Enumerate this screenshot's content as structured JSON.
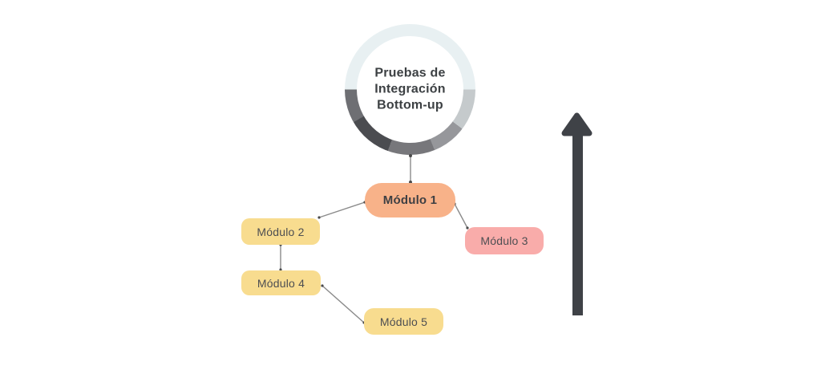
{
  "title": {
    "full": "Pruebas de Integración Bottom-up",
    "lines": [
      "Pruebas de",
      "Integración",
      "Bottom-up"
    ]
  },
  "ring": {
    "segments": [
      {
        "name": "top-half",
        "color": "#E8F0F2"
      },
      {
        "name": "right-light",
        "color": "#C5CACC"
      },
      {
        "name": "lower-right",
        "color": "#96979B"
      },
      {
        "name": "bottom",
        "color": "#77777B"
      },
      {
        "name": "lower-left-dark",
        "color": "#4B4C50"
      },
      {
        "name": "left-medium",
        "color": "#6E6F73"
      }
    ]
  },
  "nodes": [
    {
      "id": "modulo-1",
      "label": "Módulo 1",
      "color": "#F8B289"
    },
    {
      "id": "modulo-2",
      "label": "Módulo 2",
      "color": "#F8DC8F"
    },
    {
      "id": "modulo-3",
      "label": "Módulo 3",
      "color": "#F9ACAA"
    },
    {
      "id": "modulo-4",
      "label": "Módulo 4",
      "color": "#F8DC8F"
    },
    {
      "id": "modulo-5",
      "label": "Módulo 5",
      "color": "#F8DC8F"
    }
  ],
  "connectors": [
    {
      "from": "ring",
      "to": "modulo-1"
    },
    {
      "from": "modulo-1",
      "to": "modulo-2"
    },
    {
      "from": "modulo-1",
      "to": "modulo-3"
    },
    {
      "from": "modulo-2",
      "to": "modulo-4"
    },
    {
      "from": "modulo-4",
      "to": "modulo-5"
    }
  ],
  "connector_style": {
    "line_color": "#8A8A8A",
    "dot_color": "#4A4A4A"
  },
  "arrow": {
    "direction": "up",
    "color": "#3F4247"
  }
}
